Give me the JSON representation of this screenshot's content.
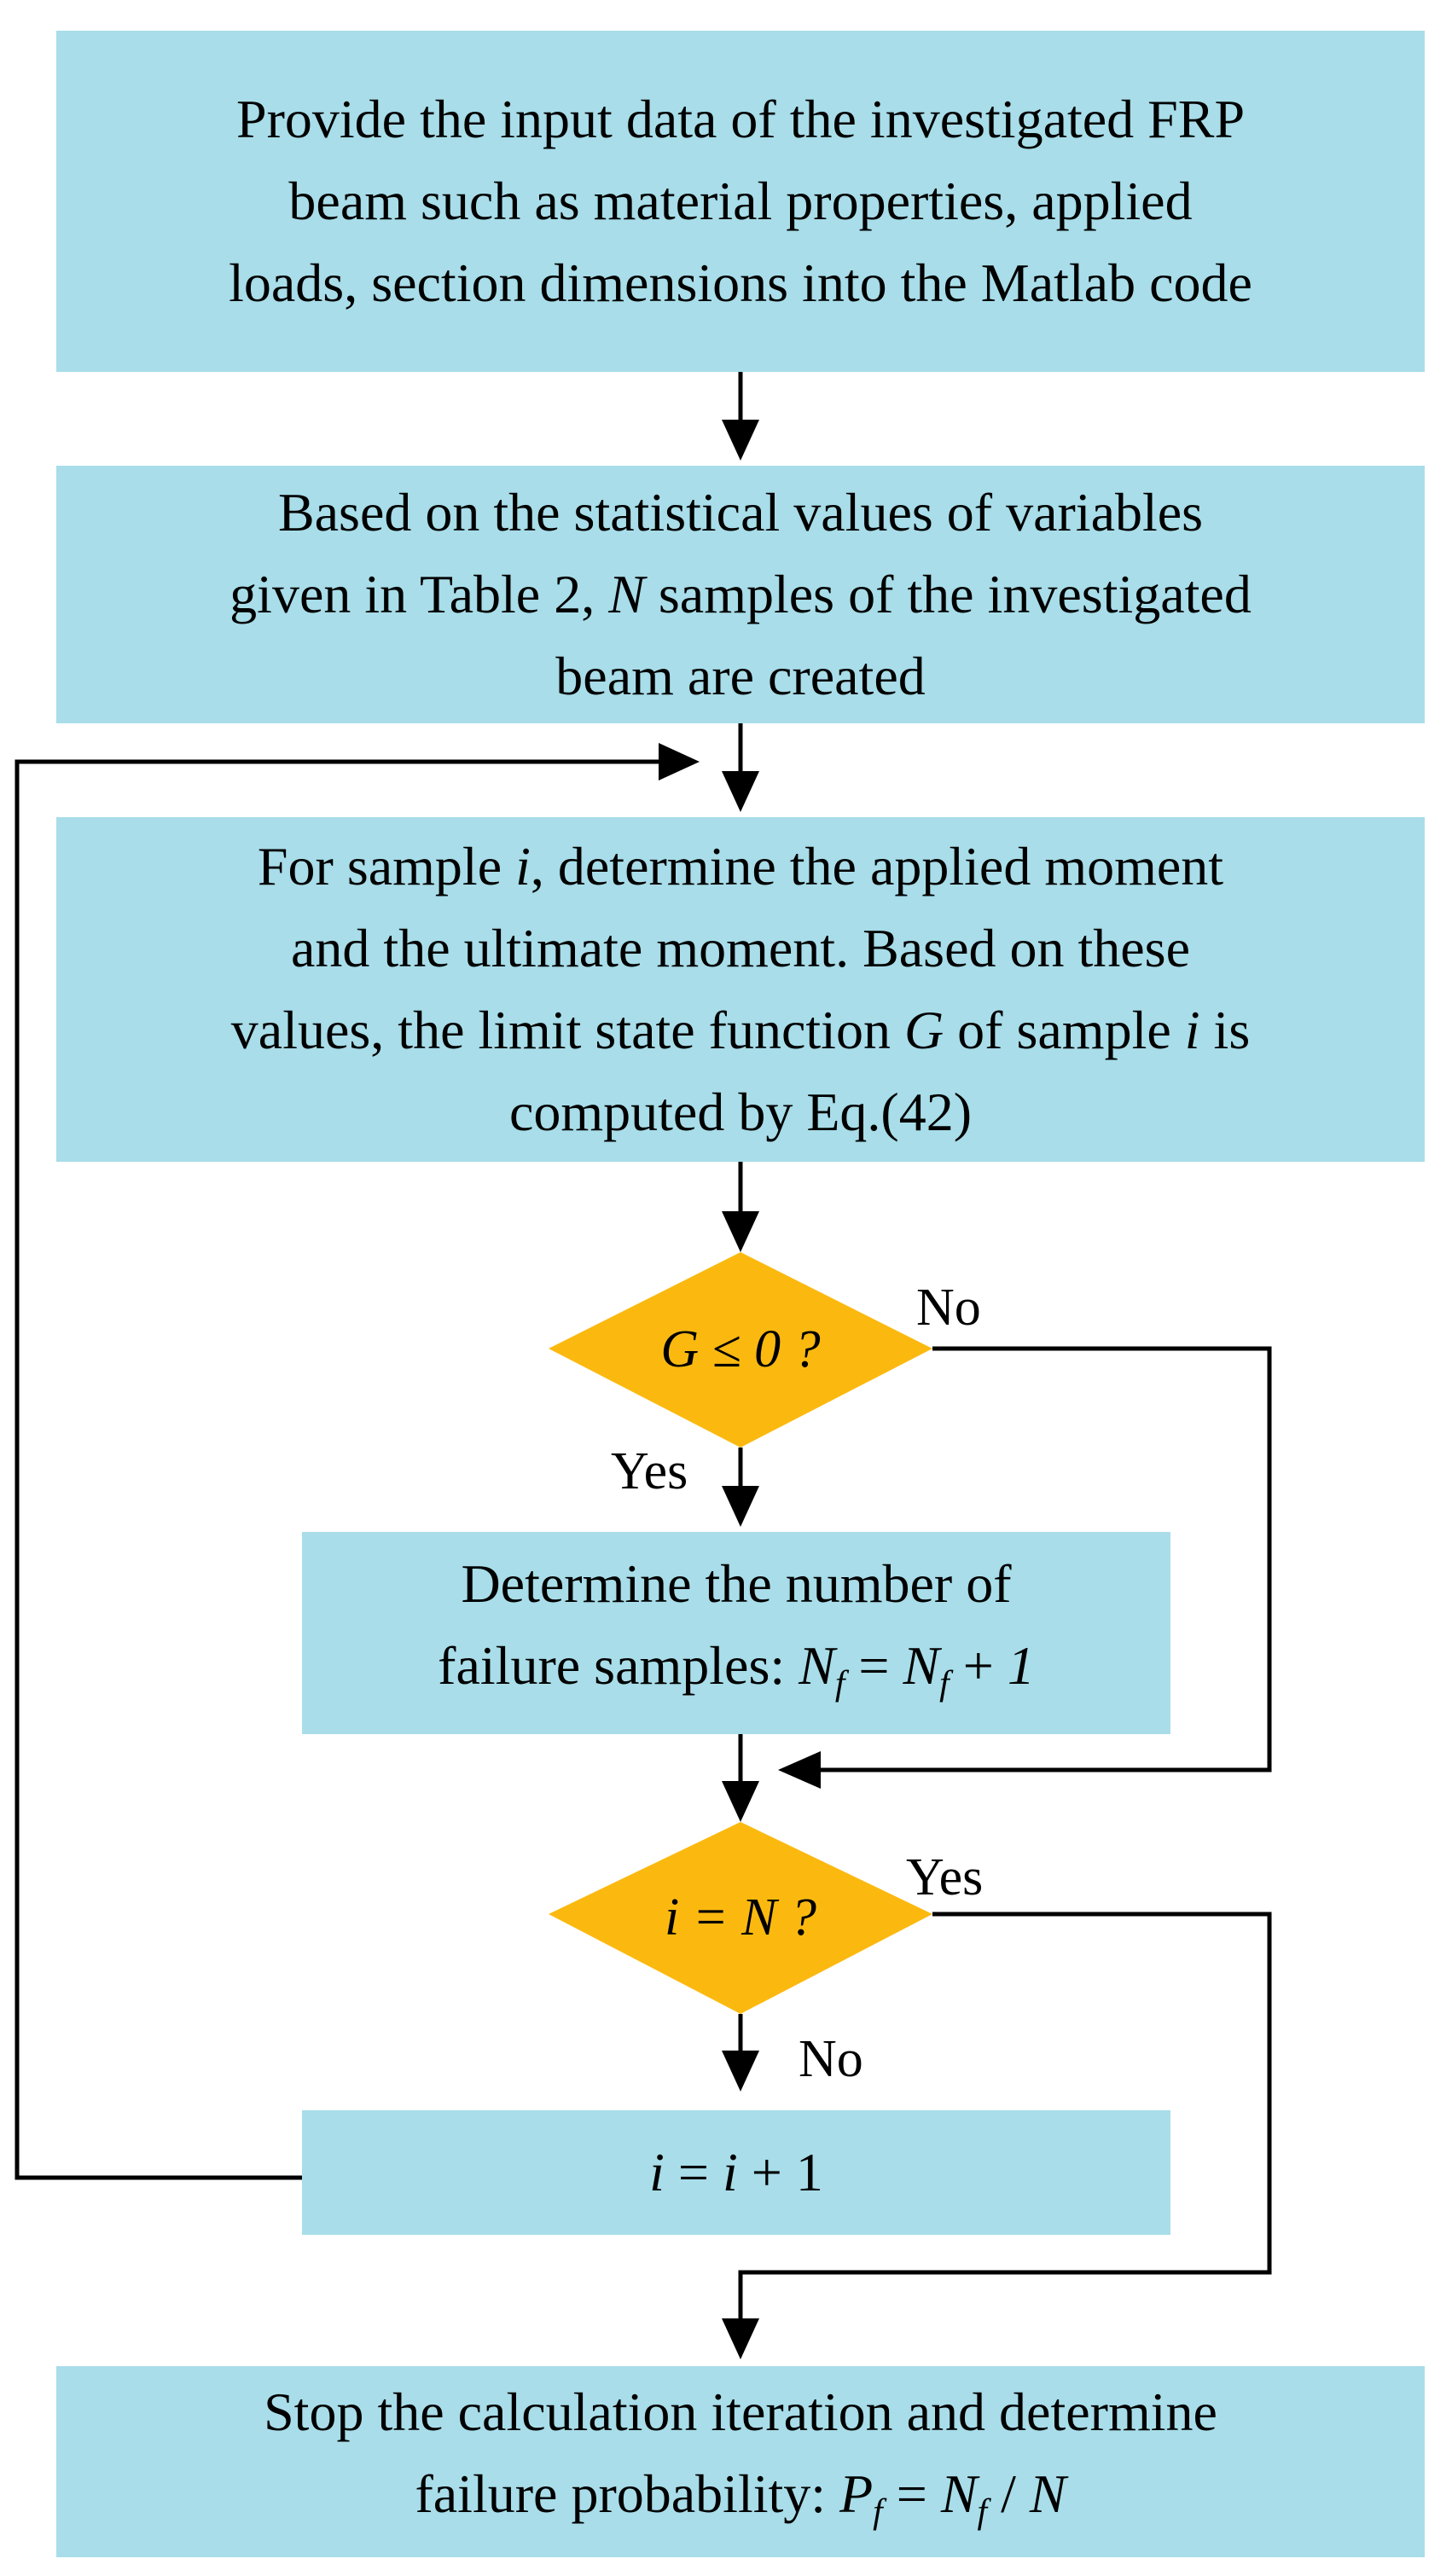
{
  "colors": {
    "process_fill": "#a8dde9",
    "decision_fill": "#fbb910",
    "line": "#000000"
  },
  "steps": {
    "input": {
      "line1": "Provide the input data of the investigated FRP",
      "line2": "beam such as material properties, applied",
      "line3": "loads, section dimensions into the Matlab code"
    },
    "samples": {
      "line1": "Based on the statistical values of variables",
      "line2_pre": "given in Table 2, ",
      "line2_var": "N",
      "line2_post": " samples of the investigated",
      "line3": "beam are created"
    },
    "compute": {
      "line1_pre": "For sample ",
      "line1_var": "i",
      "line1_post": ", determine the applied moment",
      "line2": "and the ultimate moment. Based on these",
      "line3_pre": "values, the limit state function ",
      "line3_var": "G",
      "line3_mid": " of sample ",
      "line3_var2": "i",
      "line3_post": " is",
      "line4": "computed by Eq.(42)"
    },
    "count_failures": {
      "line1": "Determine the number of",
      "line2_pre": "failure samples: ",
      "formula_N": "N",
      "formula_sub": "f",
      "formula_eq": " = ",
      "formula_plus": " + ",
      "formula_one": "1"
    },
    "increment": {
      "formula_i": "i",
      "formula_eq": " = ",
      "formula_plus": " + 1"
    },
    "stop": {
      "line1": "Stop the calculation iteration and determine",
      "line2_pre": "failure probability: ",
      "formula_P": "P",
      "formula_sub": "f",
      "formula_eq": " = ",
      "formula_N": "N",
      "formula_slash": " / ",
      "formula_N2": "N"
    }
  },
  "decisions": {
    "failure_check": {
      "label": "G ≤ 0 ?",
      "no_label": "No",
      "yes_label": "Yes"
    },
    "end_check": {
      "label": "i = N ?",
      "yes_label": "Yes",
      "no_label": "No"
    }
  }
}
